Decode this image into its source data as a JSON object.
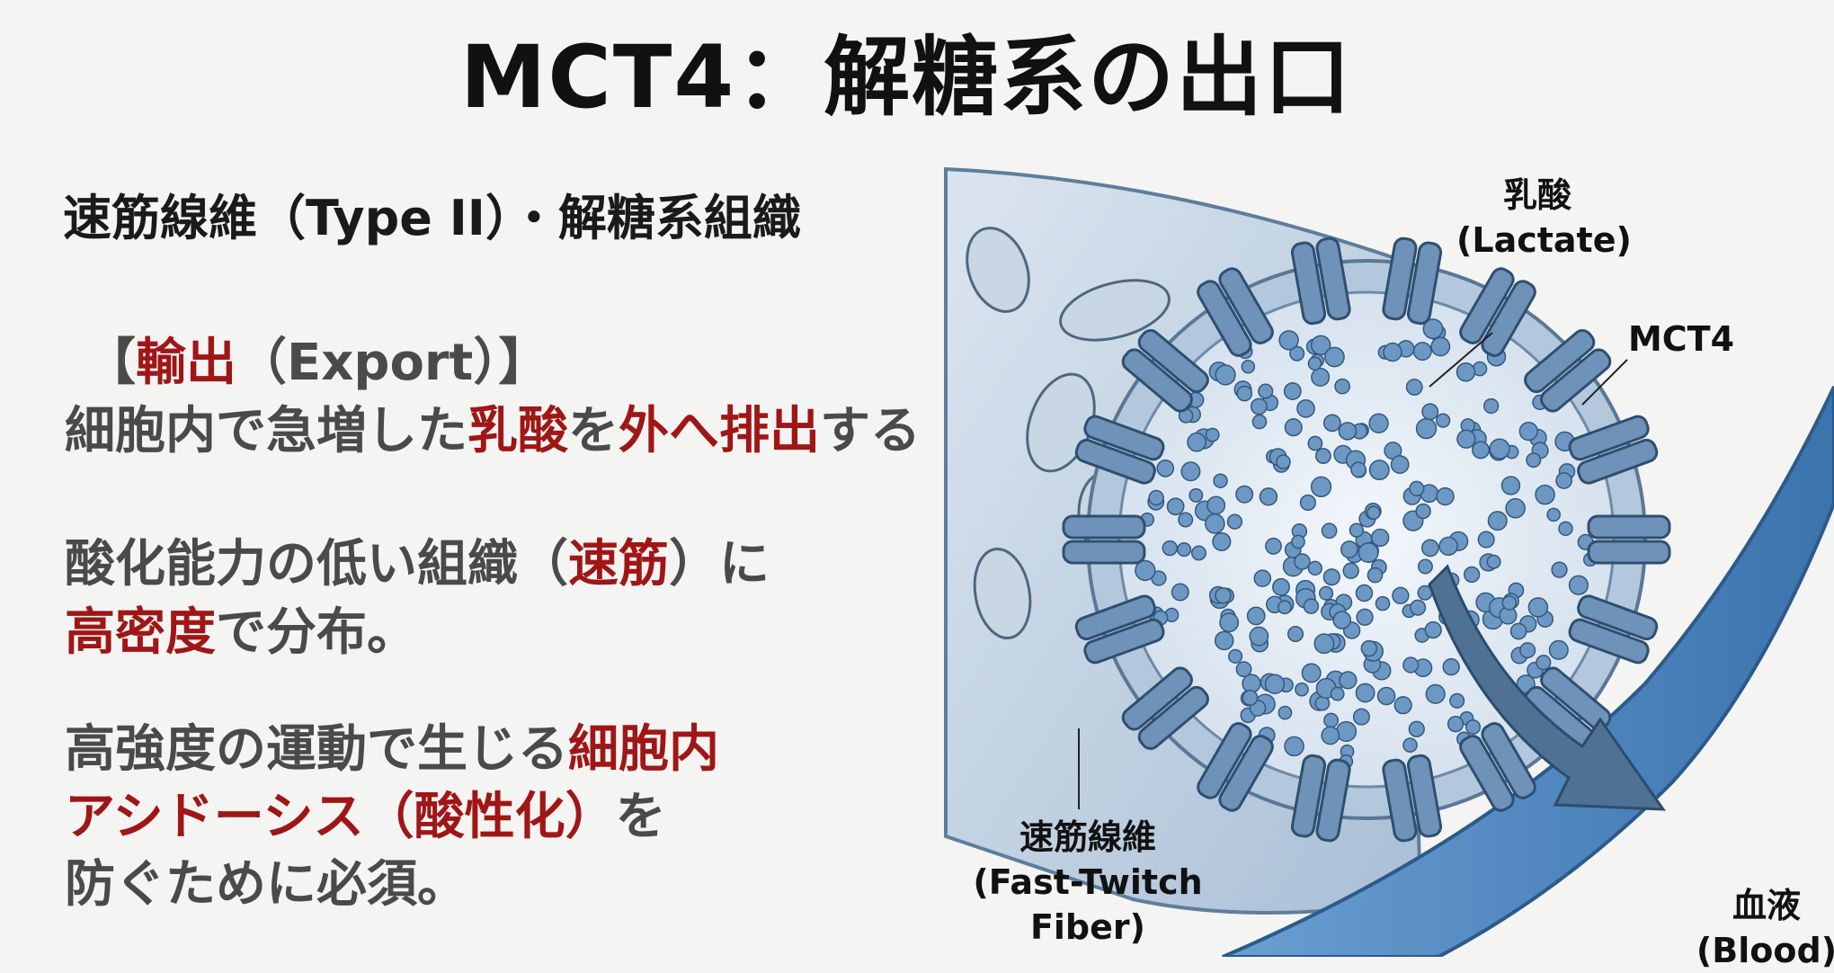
{
  "title": "MCT4：解糖系の出口",
  "subtitle": "速筋線維（Type II）・解糖系組織",
  "export_heading": {
    "open": "【",
    "highlight": "輸出",
    "rest": "（Export）】"
  },
  "export_line": [
    {
      "text": "細胞内で急増した",
      "red": false
    },
    {
      "text": "乳酸",
      "red": true
    },
    {
      "text": "を",
      "red": false
    },
    {
      "text": "外へ排出",
      "red": true
    },
    {
      "text": "する",
      "red": false
    }
  ],
  "para2": {
    "line1": [
      {
        "text": "酸化能力の低い組織（",
        "red": false
      },
      {
        "text": "速筋",
        "red": true
      },
      {
        "text": "）に",
        "red": false
      }
    ],
    "line2": [
      {
        "text": "高密度",
        "red": true
      },
      {
        "text": "で分布。",
        "red": false
      }
    ]
  },
  "para3": {
    "line1": [
      {
        "text": "高強度の運動で生じる",
        "red": false
      },
      {
        "text": "細胞内",
        "red": true
      }
    ],
    "line2": [
      {
        "text": "アシドーシス（酸性化）",
        "red": true
      },
      {
        "text": "を",
        "red": false
      }
    ],
    "line3": [
      {
        "text": "防ぐために必須。",
        "red": false
      }
    ]
  },
  "diagram": {
    "lactate_label": {
      "ja": "乳酸",
      "en": "(Lactate)"
    },
    "mct4_label": "MCT4",
    "fiber_label": {
      "ja": "速筋線維",
      "en": "(Fast-Twitch Fiber)"
    },
    "blood_label": {
      "ja": "血液",
      "en": "(Blood)"
    }
  },
  "colors": {
    "text": "#4a4a4a",
    "accent": "#a01616",
    "fiber": "#b9cde0",
    "blood": "#4f86bf"
  }
}
